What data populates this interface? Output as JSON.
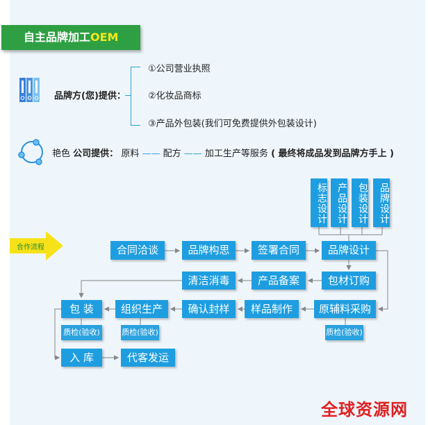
{
  "banner": {
    "title": "自主品牌加工",
    "title_accent": "OEM"
  },
  "brand_side": {
    "label": "品牌方(您)提供：",
    "items": [
      "①公司营业执照",
      "②化妆品商标",
      "③产品外包装(我们可免费提供外包装设计)"
    ]
  },
  "company_side": {
    "name": "艳色",
    "label": "公司提供：",
    "steps": [
      "原料",
      "配方",
      "加工生产等服务"
    ],
    "note": "( 最终将成品发到品牌方手上 )"
  },
  "flow": {
    "arrow_label": "合作流程",
    "design_items": [
      "标志设计",
      "产品设计",
      "包装设计",
      "品牌设计"
    ],
    "steps": {
      "contract_talk": "合同洽谈",
      "brand_concept": "品牌构思",
      "sign_contract": "签署合同",
      "brand_design": "品牌设计",
      "packaging_order": "包材订购",
      "product_filing": "产品备案",
      "cleaning": "清洁消毒",
      "raw_purchase": "原辅料采购",
      "sample_making": "样品制作",
      "confirm_sample": "确认封样",
      "production": "组织生产",
      "packing": "包 装",
      "warehousing": "入 库",
      "shipping": "代客发运"
    },
    "qc_label": "质检(验收)"
  },
  "watermark": "全球资源网",
  "colors": {
    "green": "#2ea043",
    "blue": "#1e9ee0",
    "yellow": "#f5e81c",
    "red": "#e02020"
  }
}
